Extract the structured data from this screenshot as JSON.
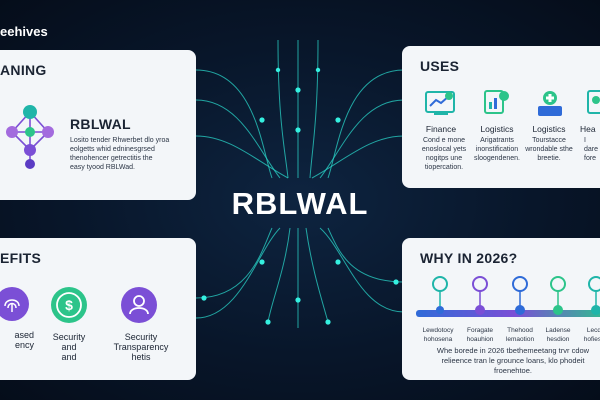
{
  "brand": "eehives",
  "center_title": "RBLWAL",
  "meaning": {
    "title": "ANING",
    "subtitle": "RBLWAL",
    "desc": [
      "Losito tender Rhwerbet dlo yroa",
      "eolgetts whid edninesgrsed",
      "thenohencer getrectitis the",
      "easy tyood RBLWad."
    ]
  },
  "uses": {
    "title": "USES",
    "items": [
      {
        "label": "Finance",
        "desc": [
          "Cond e mone",
          "enoslocal yets",
          "nogitps une",
          "tiopercation."
        ]
      },
      {
        "label": "Logistics",
        "desc": [
          "Arigatrants",
          "inonstification",
          "sloogendenen."
        ]
      },
      {
        "label": "Logistics",
        "desc": [
          "Tourstacce",
          "wrondable sthe",
          "breetie."
        ]
      },
      {
        "label": "Hea",
        "desc": [
          "I",
          "dare",
          "fore"
        ]
      }
    ]
  },
  "benefits": {
    "title": "EFITS",
    "items": [
      {
        "label": [
          "ased",
          "ency"
        ]
      },
      {
        "label": [
          "Security",
          "and",
          "and"
        ]
      },
      {
        "label": [
          "Security",
          "Transparency",
          "hetis"
        ]
      }
    ]
  },
  "why": {
    "title": "WHY IN 2026?",
    "steps": [
      {
        "label": [
          "Lewdotocy",
          "hohosena"
        ]
      },
      {
        "label": [
          "Foragate",
          "hoauhion"
        ]
      },
      {
        "label": [
          "Thehood",
          "lemaotion"
        ]
      },
      {
        "label": [
          "Ladense",
          "hesdion"
        ]
      },
      {
        "label": [
          "Lecdr",
          "hofiesio"
        ]
      }
    ],
    "desc": [
      "Whe borede in 2026 tbethemeetang trvr cdow",
      "relieence tran le grounce loans, klo phodeit",
      "froenehtoe."
    ]
  },
  "colors": {
    "background": "#08162a",
    "line": "#2ad4c8",
    "node": "#35f0e0",
    "card": "#f3f6f9",
    "accent_teal": "#1fb5a9",
    "accent_purple": "#7b4fd6",
    "accent_blue": "#2f6bd8",
    "accent_green": "#2cc48a"
  }
}
